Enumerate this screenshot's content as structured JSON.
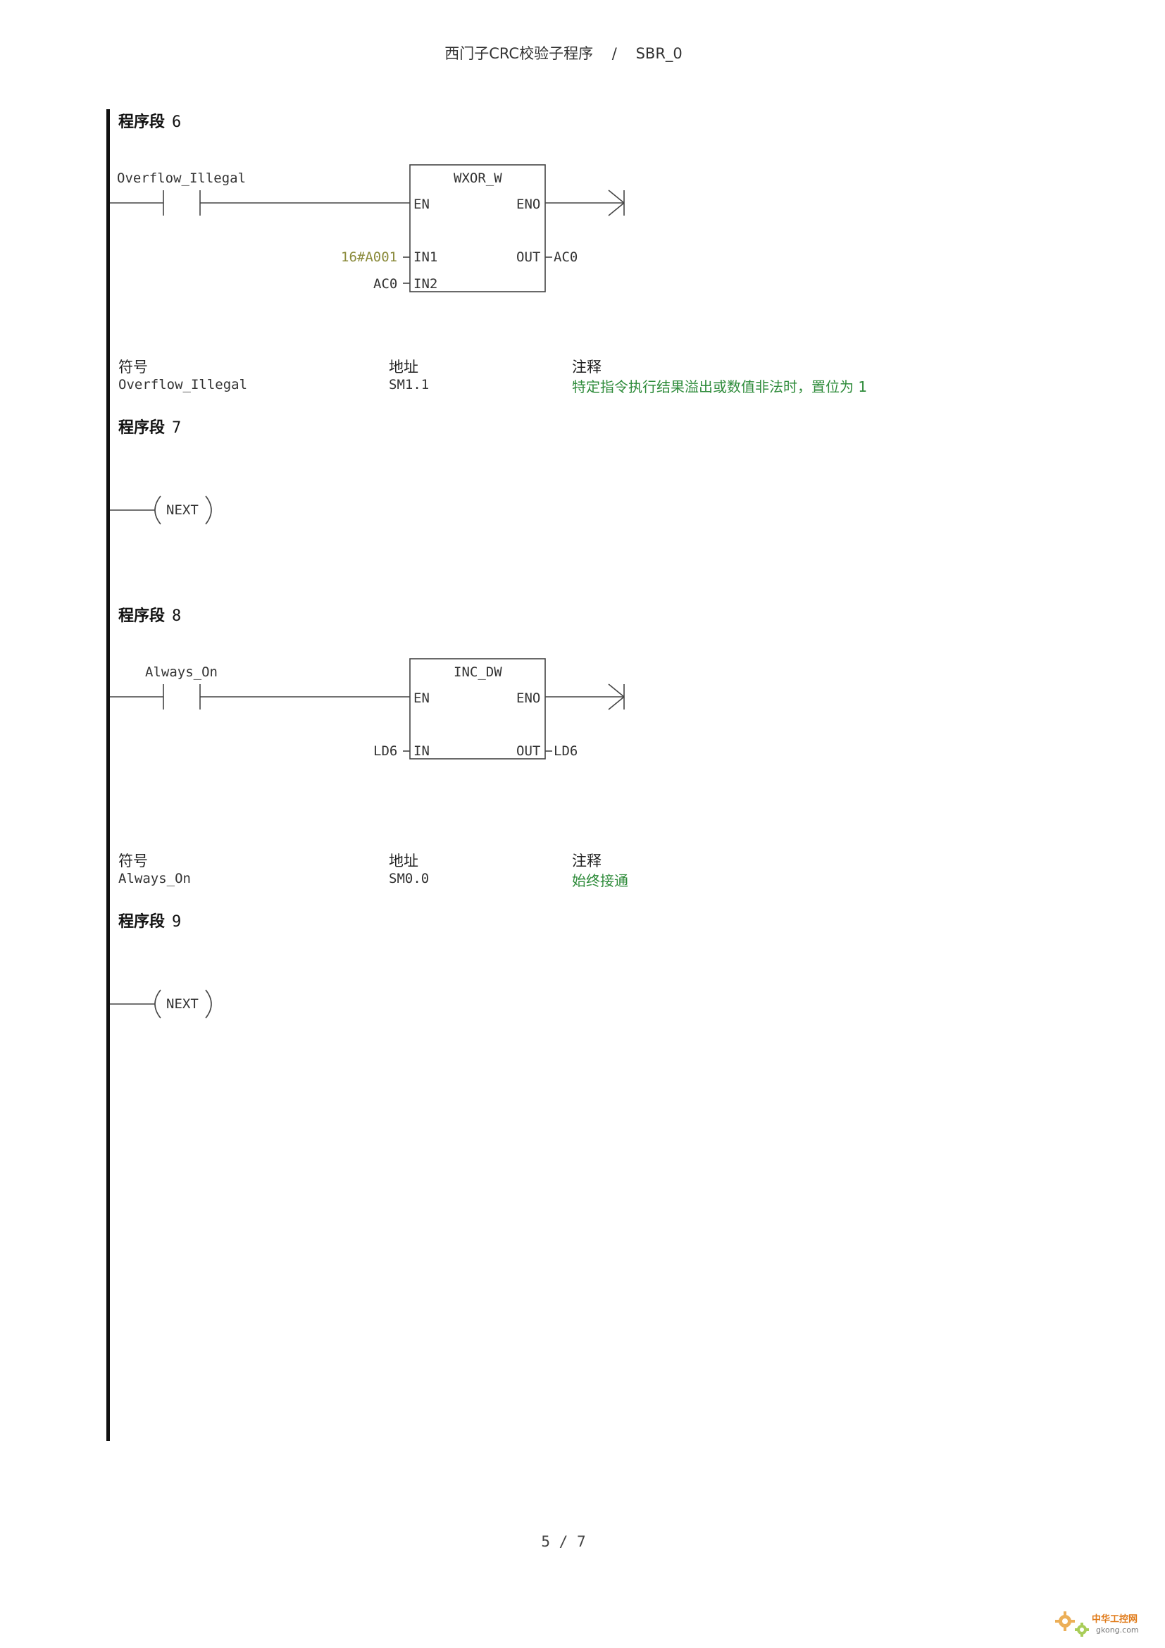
{
  "header": {
    "title": "西门子CRC校验子程序",
    "separator": "/",
    "block": "SBR_0"
  },
  "footer": {
    "page": "5 / 7"
  },
  "networks": [
    {
      "label": "程序段",
      "number": "6",
      "contact": "Overflow_Illegal",
      "box_title": "WXOR_W",
      "pins": {
        "en": "EN",
        "eno": "ENO",
        "in1": "IN1",
        "in2": "IN2",
        "out": "OUT"
      },
      "in1_value": "16#A001",
      "in2_value": "AC0",
      "out_value": "AC0",
      "symbols": {
        "headers": {
          "symbol": "符号",
          "address": "地址",
          "comment": "注释"
        },
        "rows": [
          {
            "symbol": "Overflow_Illegal",
            "address": "SM1.1",
            "comment": "特定指令执行结果溢出或数值非法时，置位为 1"
          }
        ]
      }
    },
    {
      "label": "程序段",
      "number": "7",
      "coil": "NEXT"
    },
    {
      "label": "程序段",
      "number": "8",
      "contact": "Always_On",
      "box_title": "INC_DW",
      "pins": {
        "en": "EN",
        "eno": "ENO",
        "in": "IN",
        "out": "OUT"
      },
      "in_value": "LD6",
      "out_value": "LD6",
      "symbols": {
        "headers": {
          "symbol": "符号",
          "address": "地址",
          "comment": "注释"
        },
        "rows": [
          {
            "symbol": "Always_On",
            "address": "SM0.0",
            "comment": "始终接通"
          }
        ]
      }
    },
    {
      "label": "程序段",
      "number": "9",
      "coil": "NEXT"
    }
  ],
  "watermark": {
    "brand": "中华工控网",
    "url": "gkong.com",
    "brand_color": "#e07b1a"
  }
}
